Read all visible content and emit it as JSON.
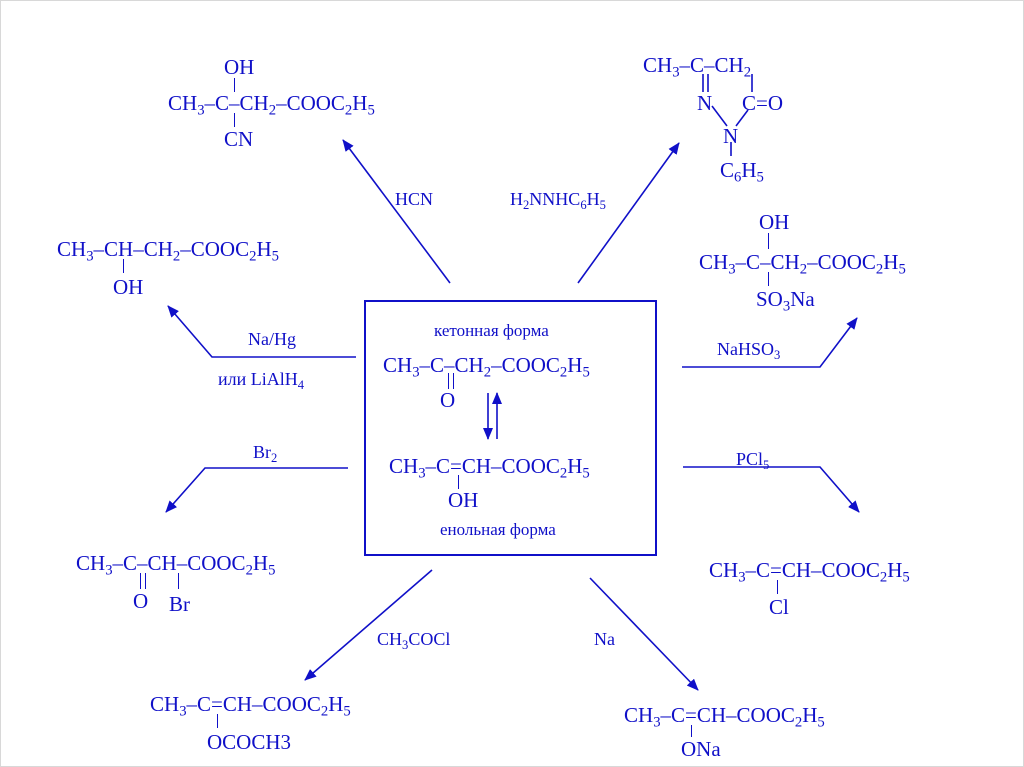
{
  "center": {
    "keto_label": "кетонная форма",
    "enol_label": "енольная форма",
    "keto_formula": [
      "CH",
      "3",
      "–C–CH",
      "2",
      "–COOC",
      "2",
      "H",
      "5"
    ],
    "keto_o": "O",
    "enol_formula": [
      "CH",
      "3",
      "–C=CH–COOC",
      "2",
      "H",
      "5"
    ],
    "enol_oh": "OH"
  },
  "reagents": {
    "hcn": "HCN",
    "phenylhydrazine": [
      "H",
      "2",
      "NNHC",
      "6",
      "H",
      "5"
    ],
    "nahg": "Na/Hg",
    "lialh4": [
      "или LiAlH",
      "4"
    ],
    "nahso3": [
      "NaHSO",
      "3"
    ],
    "br2": [
      "Br",
      "2"
    ],
    "pcl5": [
      "PCl",
      "5"
    ],
    "ch3cocl": [
      "CH",
      "3",
      "COCl"
    ],
    "na": "Na"
  },
  "products": {
    "cyanohydrin": {
      "top": "OH",
      "main": [
        "CH",
        "3",
        "–C–CH",
        "2",
        "–COOC",
        "2",
        "H",
        "5"
      ],
      "bottom": "CN"
    },
    "pyrazolone": {
      "line1": [
        "CH",
        "3",
        "–C–CH",
        "2"
      ],
      "n1": "N",
      "co": "C=O",
      "n2": "N",
      "ph": [
        "C",
        "6",
        "H",
        "5"
      ]
    },
    "hydroxy_ester": {
      "main": [
        "CH",
        "3",
        "–CH–CH",
        "2",
        "–COOC",
        "2",
        "H",
        "5"
      ],
      "bottom": "OH"
    },
    "bisulfite": {
      "top": "OH",
      "main": [
        "CH",
        "3",
        "–C–CH",
        "2",
        "–COOC",
        "2",
        "H",
        "5"
      ],
      "bottom": [
        "SO",
        "3",
        "Na"
      ]
    },
    "bromo": {
      "main": [
        "CH",
        "3",
        "–C–CH–COOC",
        "2",
        "H",
        "5"
      ],
      "o": "O",
      "br": "Br"
    },
    "chloro": {
      "main": [
        "CH",
        "3",
        "–C=CH–COOC",
        "2",
        "H",
        "5"
      ],
      "bottom": "Cl"
    },
    "acetoxy": {
      "main": [
        "CH",
        "3",
        "–C=CH–COOC",
        "2",
        "H",
        "5"
      ],
      "bottom": "OCOCH3"
    },
    "sodium_enolate": {
      "main": [
        "CH",
        "3",
        "–C=CH–COOC",
        "2",
        "H",
        "5"
      ],
      "bottom": "ONa"
    }
  },
  "colors": {
    "ink": "#1010c8",
    "frame": "#d8d8d8"
  }
}
